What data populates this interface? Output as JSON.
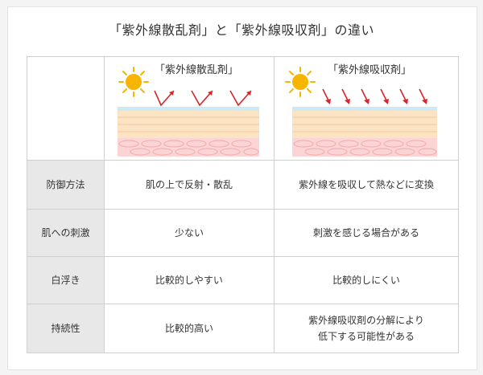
{
  "title": "「紫外線散乱剤」と「紫外線吸収剤」の違い",
  "columns": [
    {
      "caption": "「紫外線散乱剤」"
    },
    {
      "caption": "「紫外線吸収剤」"
    }
  ],
  "rows": [
    {
      "label": "防御方法",
      "scatter": "肌の上で反射・散乱",
      "absorb": "紫外線を吸収して熱などに変換"
    },
    {
      "label": "肌への刺激",
      "scatter": "少ない",
      "absorb": "刺激を感じる場合がある"
    },
    {
      "label": "白浮き",
      "scatter": "比較的しやすい",
      "absorb": "比較的しにくい"
    },
    {
      "label": "持続性",
      "scatter": "比較的高い",
      "absorb_line1": "紫外線吸収剤の分解により",
      "absorb_line2": "低下する可能性がある"
    }
  ],
  "colors": {
    "sun": "#f7b500",
    "arrow": "#d9252a",
    "layer_top": "#cfe9f2",
    "skin_upper": "#fbe3c4",
    "skin_lower": "#fbd5d5",
    "label_bg": "#e8e8e8"
  }
}
